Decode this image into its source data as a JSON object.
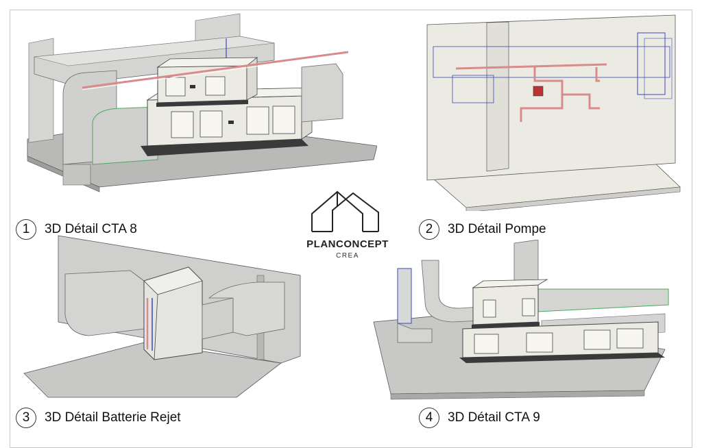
{
  "brand": {
    "name": "PLANCONCEPT",
    "subtitle": "CREA"
  },
  "views": [
    {
      "number": "1",
      "title": "3D Détail CTA 8"
    },
    {
      "number": "2",
      "title": "3D Détail Pompe"
    },
    {
      "number": "3",
      "title": "3D Détail Batterie Rejet"
    },
    {
      "number": "4",
      "title": "3D Détail CTA 9"
    }
  ],
  "colors": {
    "concrete": "#c8c8c6",
    "duct": "#dcdcdc",
    "unit": "#ecebe3",
    "pipe_red": "#d98a8a",
    "wire_blue": "#3b46b8",
    "wire_green": "#4aa85a"
  }
}
